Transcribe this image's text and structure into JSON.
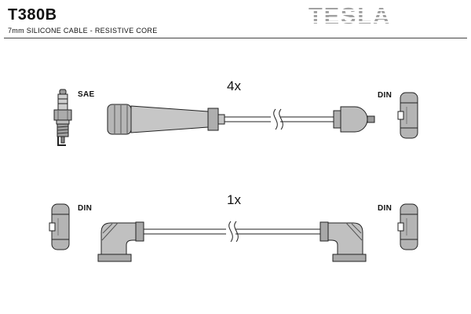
{
  "header": {
    "part_number": "T380B",
    "description": "7mm SILICONE CABLE - RESISTIVE CORE",
    "brand_logo": "TESLA"
  },
  "colors": {
    "logo_gray": "#a2a2a2",
    "illustration_fill_light": "#c6c6c6",
    "illustration_fill_mid": "#b0b0b0",
    "outline": "#222222"
  },
  "cables": [
    {
      "quantity_label": "4x",
      "left_end": {
        "type": "spark-plug-boot",
        "icon": "spark-plug-icon",
        "label": "SAE"
      },
      "right_end": {
        "type": "distributor-cap",
        "icon": "din-terminal-icon",
        "label": "DIN"
      }
    },
    {
      "quantity_label": "1x",
      "left_end": {
        "type": "angled-boot",
        "icon": "din-terminal-icon",
        "label": "DIN"
      },
      "right_end": {
        "type": "angled-boot",
        "icon": "din-terminal-icon",
        "label": "DIN"
      }
    }
  ]
}
